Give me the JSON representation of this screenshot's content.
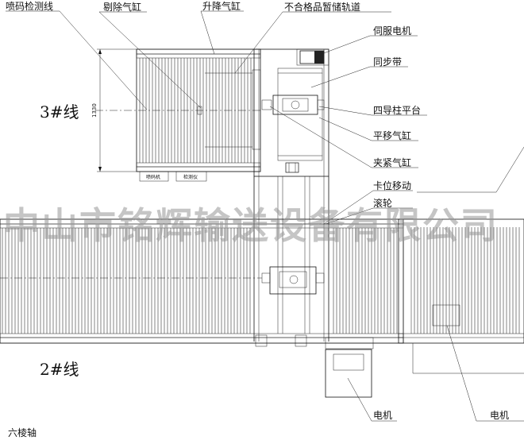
{
  "labels": {
    "spray_inspection_line": "喷码检测线",
    "reject_cylinder": "剔除气缸",
    "lift_cylinder": "升降气缸",
    "reject_storage_rail": "不合格品暂储轨道",
    "servo_motor": "伺服电机",
    "timing_belt": "同步带",
    "four_post_platform": "四导柱平台",
    "traverse_cylinder": "平移气缸",
    "clamp_cylinder": "夹紧气缸",
    "position_move": "卡位移动",
    "roller": "滚轮",
    "line_3": "3#线",
    "line_2": "2#线",
    "motor_1": "电机",
    "motor_2": "电机",
    "bottom_left_note": "六棱轴",
    "spray_machine": "喷码机",
    "inspection_device": "检测仪"
  },
  "dimension": "1330",
  "watermark": "中山市铭辉输送设备有限公司",
  "colors": {
    "line": "#111111",
    "watermark": "#969696"
  }
}
